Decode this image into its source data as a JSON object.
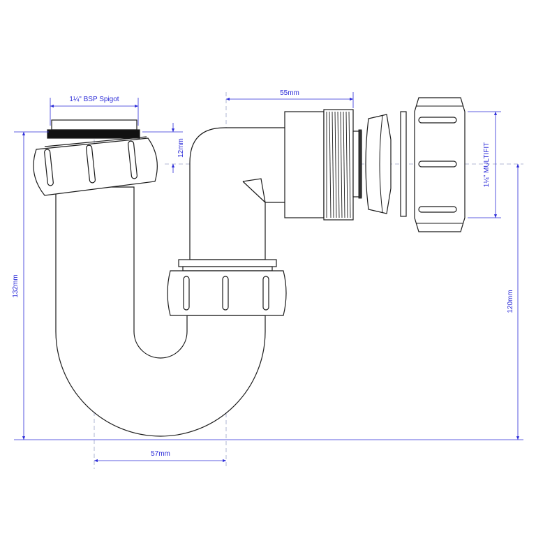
{
  "dimensions": {
    "spigot_label": "1¼\" BSP Spigot",
    "outlet_label": "55mm",
    "seal_label": "12mm",
    "multifit_label": "1¼\" MULTIFIT",
    "height_left_label": "132mm",
    "height_right_label": "120mm",
    "offset_label": "57mm"
  },
  "colors": {
    "dimension": "#2a2ad8",
    "centerline": "#9aa3c8",
    "outline": "#1a1a1a",
    "fill": "#ffffff"
  }
}
